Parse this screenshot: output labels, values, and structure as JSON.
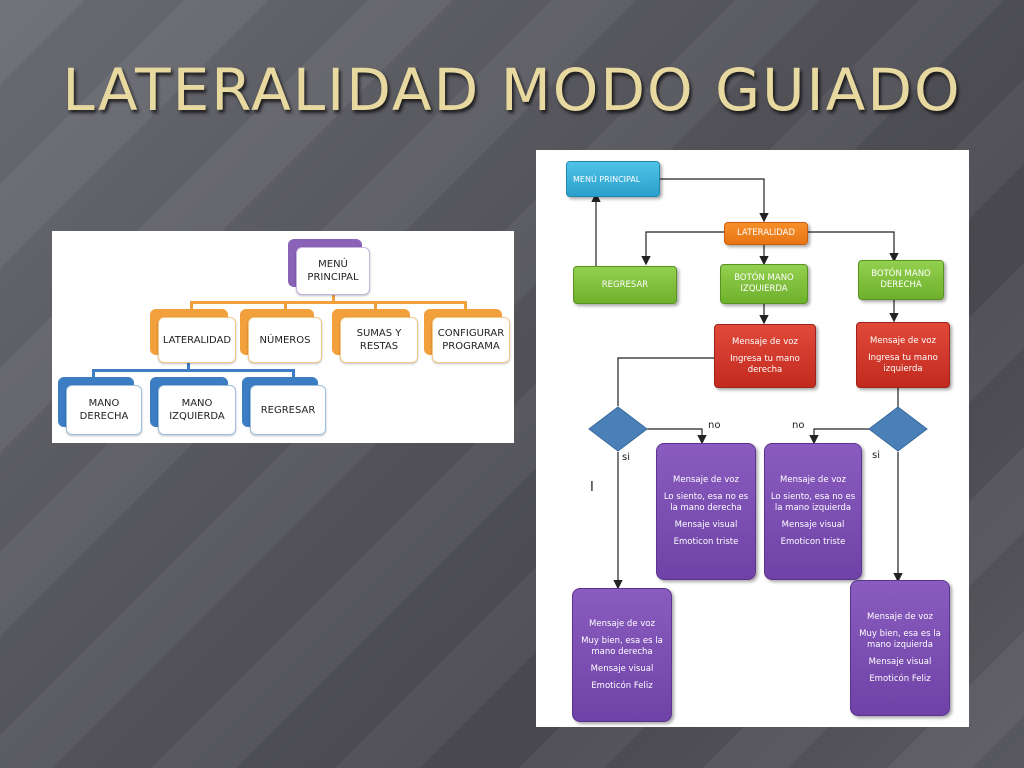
{
  "title": "LATERALIDAD MODO GUIADO",
  "hierarchy": {
    "root": "MENÚ PRINCIPAL",
    "level1": [
      "LATERALIDAD",
      "NÚMEROS",
      "SUMAS Y RESTAS",
      "CONFIGURAR PROGRAMA"
    ],
    "level2": [
      "MANO DERECHA",
      "MANO IZQUIERDA",
      "REGRESAR"
    ]
  },
  "flowchart": {
    "menu": "MENÚ PRINCIPAL",
    "lateralidad": "LATERALIDAD",
    "regresar": "REGRESAR",
    "boton_izq": "BOTÓN MANO IZQUIERDA",
    "boton_der": "BOTÓN MANO DERECHA",
    "voz_izq": {
      "l1": "Mensaje de voz",
      "l2": "Ingresa tu mano derecha"
    },
    "voz_der": {
      "l1": "Mensaje de voz",
      "l2": "Ingresa tu mano izquierda"
    },
    "labels": {
      "no_left": "no",
      "no_right": "no",
      "si_left": "si",
      "si_right": "si",
      "cursor": "I"
    },
    "wrong_left": {
      "l1": "Mensaje de voz",
      "l2": "Lo siento, esa no es la mano derecha",
      "l3": "Mensaje visual",
      "l4": "Emoticon triste"
    },
    "wrong_right": {
      "l1": "Mensaje de voz",
      "l2": "Lo siento, esa no es la mano izquierda",
      "l3": "Mensaje visual",
      "l4": "Emoticon triste"
    },
    "ok_left": {
      "l1": "Mensaje de voz",
      "l2": "Muy bien, esa es la mano derecha",
      "l3": "Mensaje visual",
      "l4": "Emoticón Feliz"
    },
    "ok_right": {
      "l1": "Mensaje de voz",
      "l2": "Muy bien, esa es la mano izquierda",
      "l3": "Mensaje visual",
      "l4": "Emoticón Feliz"
    }
  },
  "colors": {
    "title": "#e8d9a0",
    "decision": "#4a7fb8",
    "arrow": "#222222"
  }
}
